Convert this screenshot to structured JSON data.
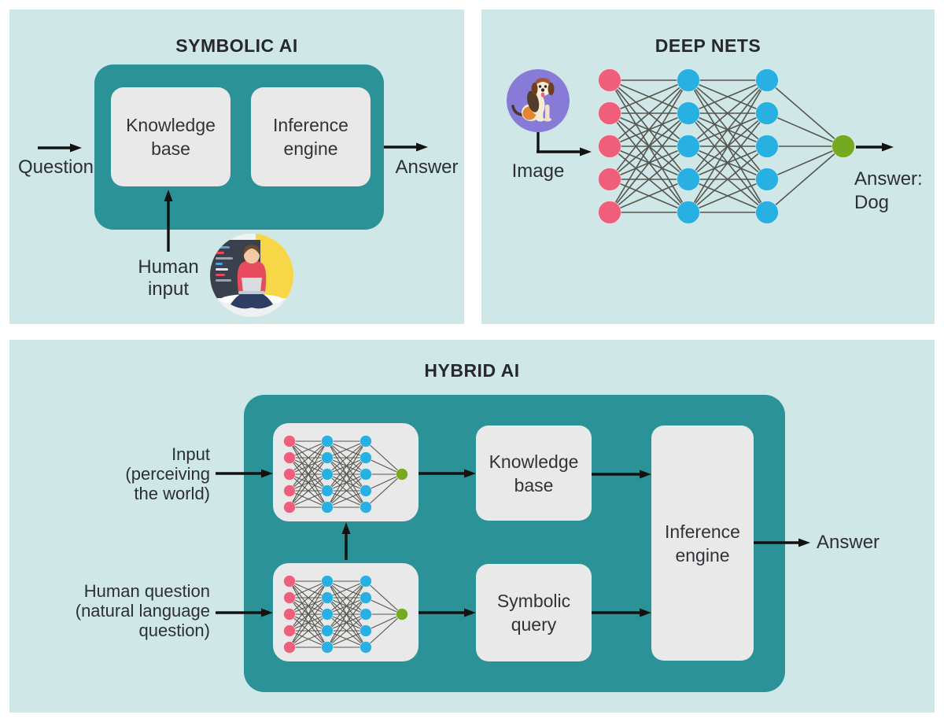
{
  "symbolic": {
    "title": "SYMBOLIC AI",
    "knowledge_base": "Knowledge base",
    "inference_engine": "Inference engine",
    "question": "Question",
    "answer": "Answer",
    "human_input": "Human input"
  },
  "deep": {
    "title": "DEEP NETS",
    "image_label": "Image",
    "answer_line1": "Answer:",
    "answer_line2": "Dog"
  },
  "hybrid": {
    "title": "HYBRID AI",
    "input_lines": [
      "Input",
      "(perceiving",
      "the world)"
    ],
    "question_lines": [
      "Human question",
      "(natural language",
      "question)"
    ],
    "knowledge_base": "Knowledge base",
    "symbolic_query": "Symbolic query",
    "inference_engine": "Inference engine",
    "answer": "Answer"
  },
  "network": {
    "layers": [
      5,
      5,
      5,
      1
    ]
  },
  "icons": {
    "person": "person-coding-illustration",
    "dog": "beagle-dog-illustration"
  },
  "colors": {
    "panel_bg": "#cfe7e6",
    "container": "#2b9398",
    "box_bg": "#e9e9e9",
    "node_input": "#ef5e7b",
    "node_hidden": "#28b0e2",
    "node_output": "#74aa1f",
    "edge": "#56554f",
    "arrow": "#121212",
    "image_circle": "#887bd7",
    "text": "#2c2f33"
  }
}
